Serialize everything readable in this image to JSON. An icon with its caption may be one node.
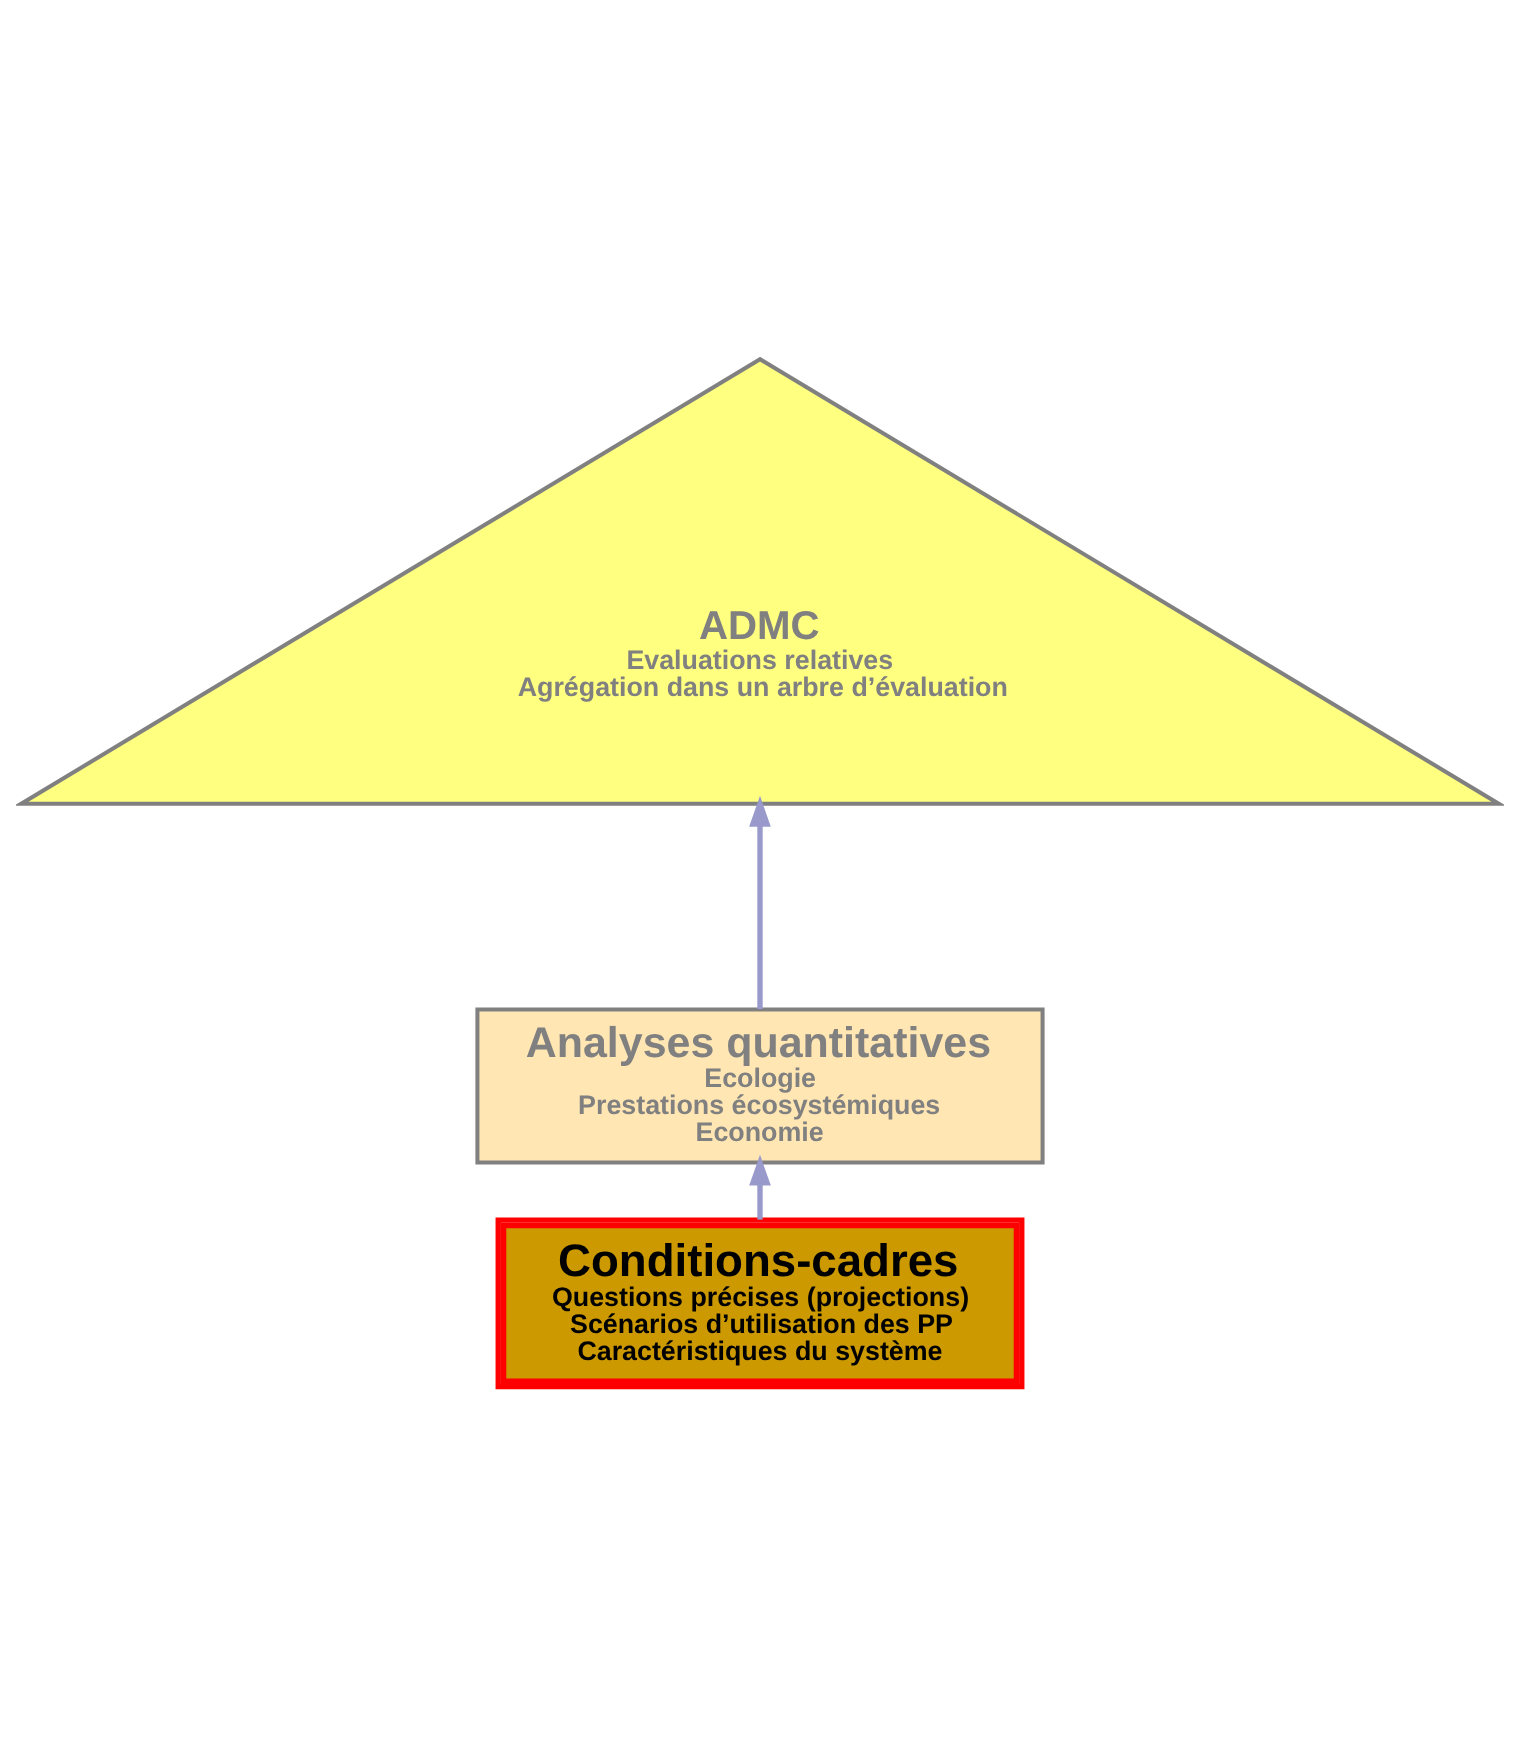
{
  "diagram": {
    "nodes": [
      {
        "text": [
          "ADMC",
          "Evaluations relatives",
          "Agrégation dans un arbre d’évaluation"
        ]
      },
      {
        "text": [
          "Analyses quantitatives",
          "Ecologie",
          "Prestations écosystémiques",
          "Economie"
        ]
      },
      {
        "text": [
          "Conditions-cadres",
          "Questions précises (projections)",
          "Scénarios d’utilisation des PP",
          "Caractéristiques du système"
        ]
      }
    ],
    "edges": [
      {
        "from": 2,
        "to": 1,
        "arrow": "to"
      },
      {
        "from": 1,
        "to": 0,
        "arrow": "to"
      }
    ]
  }
}
